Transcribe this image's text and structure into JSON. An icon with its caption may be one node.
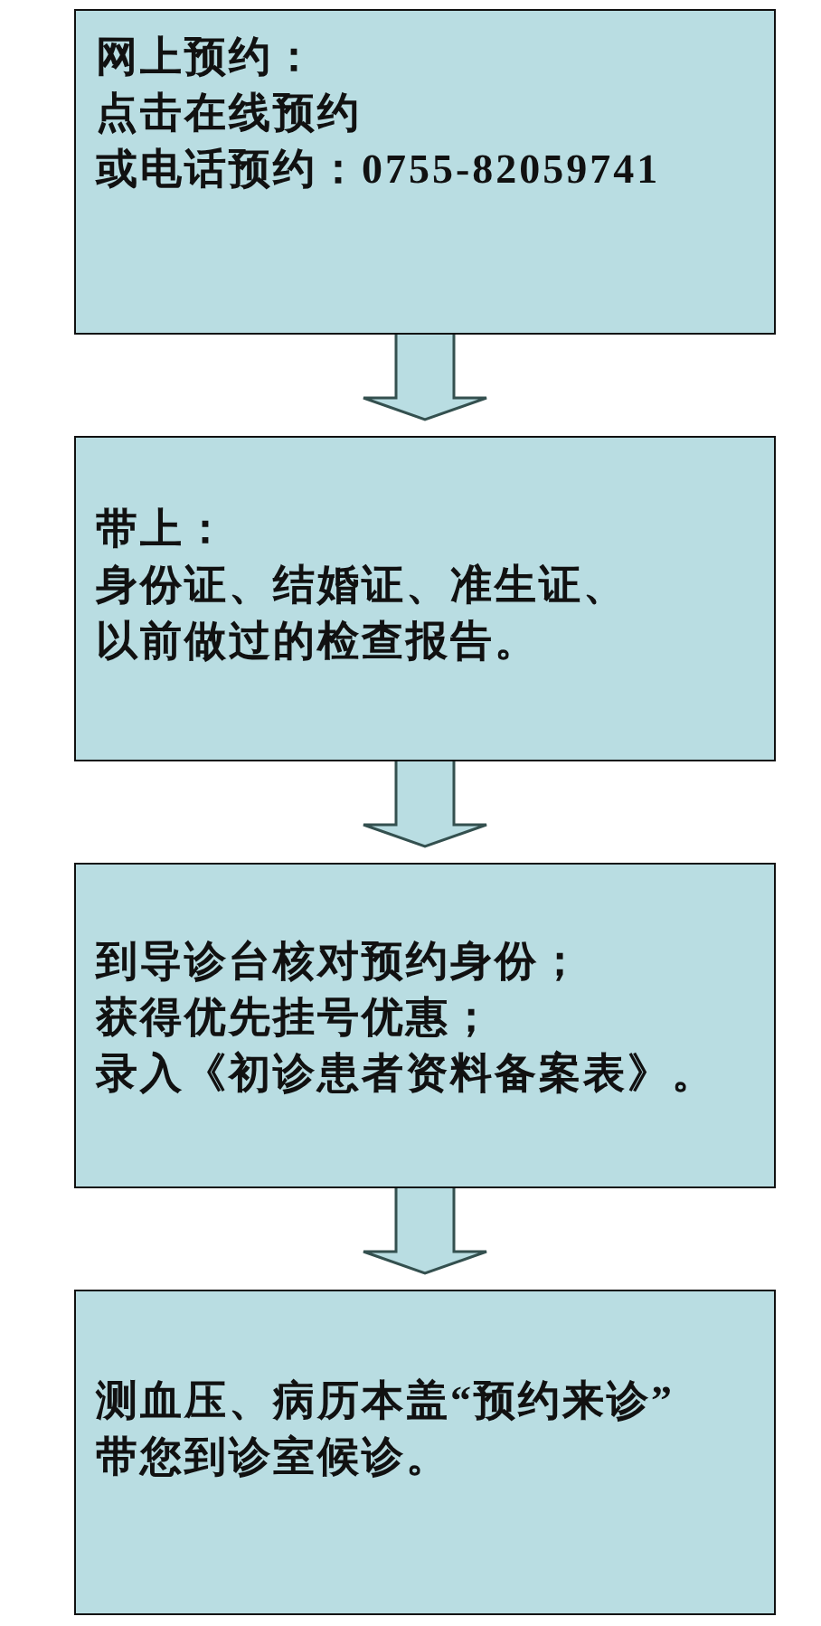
{
  "diagram": {
    "nodes": [
      {
        "text": [
          "网上预约：",
          "点击在线预约",
          "或电话预约：0755-82059741"
        ]
      },
      {
        "text": [
          "带上：",
          "身份证、结婚证、准生证、以前做过的检查报告。"
        ]
      },
      {
        "text": [
          "到导诊台核对预约身份；",
          "获得优先挂号优惠；",
          "录入《初诊患者资料备案表》。"
        ]
      },
      {
        "text": [
          "测血压、病历本盖“预约来诊”",
          "带您到诊室候诊。"
        ]
      }
    ],
    "edges": [
      {
        "from": 0,
        "to": 1,
        "arrow": "to"
      },
      {
        "from": 1,
        "to": 2,
        "arrow": "to"
      },
      {
        "from": 2,
        "to": 3,
        "arrow": "to"
      }
    ]
  }
}
